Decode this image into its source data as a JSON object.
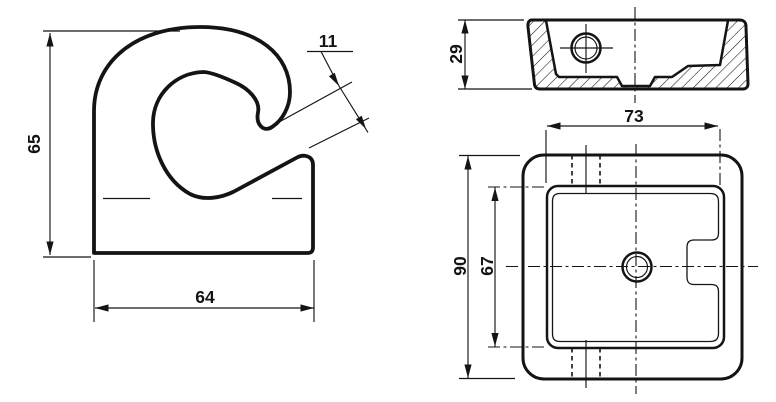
{
  "drawing": {
    "type": "technical-orthographic-drawing",
    "subject": "wall hook bracket",
    "background": "#ffffff",
    "ink": "#141414",
    "views": {
      "side_view": {
        "name": "side profile with hook",
        "dims": {
          "height": "65",
          "width": "64",
          "slot_width": "11"
        }
      },
      "top_section_view": {
        "name": "hatched top section",
        "dims": {
          "depth": "29"
        }
      },
      "front_view": {
        "name": "front face",
        "dims": {
          "opening_width": "73",
          "height": "90",
          "opening_height": "67"
        }
      }
    }
  }
}
